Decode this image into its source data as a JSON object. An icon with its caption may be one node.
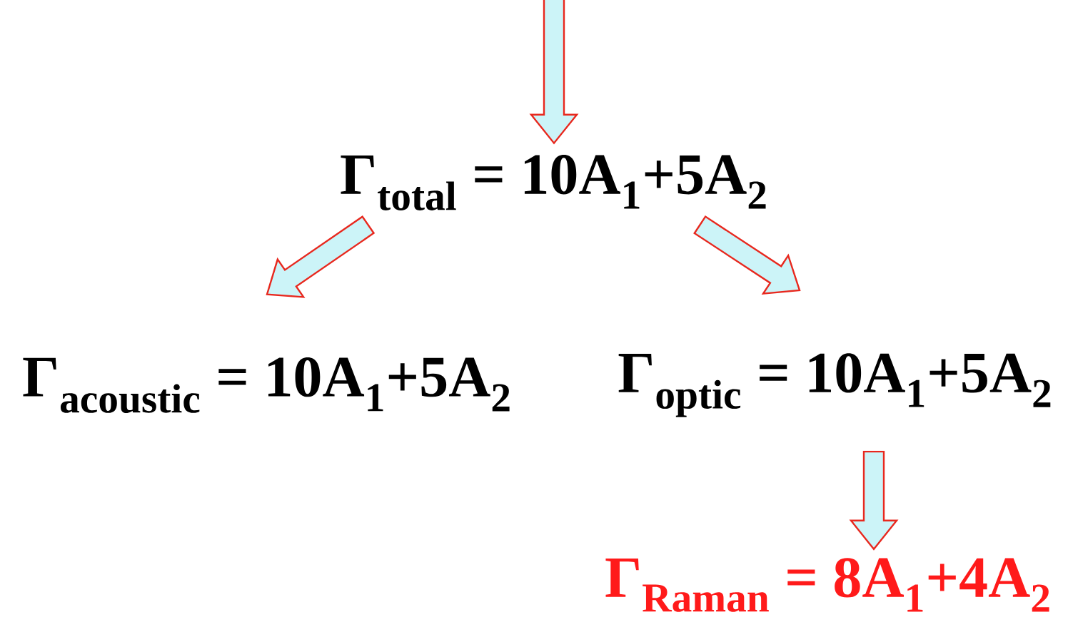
{
  "diagram": {
    "nodes": [
      {
        "text": [
          "Γ$_{total}$ = 10A$_{1}$+5A$_{2}$"
        ]
      },
      {
        "text": [
          "Γ$_{acoustic}$ = 10A$_{1}$+5A$_{2}$"
        ]
      },
      {
        "text": [
          "Γ$_{optic}$ = 10A$_{1}$+5A$_{2}$"
        ]
      },
      {
        "text": [
          "Γ$_{Raman}$ = 8A$_{1}$+4A$_{2}$"
        ]
      }
    ],
    "edges": [
      {
        "from": null,
        "to": 0,
        "arrow": "to"
      },
      {
        "from": 0,
        "to": 1,
        "arrow": "to"
      },
      {
        "from": 0,
        "to": 2,
        "arrow": "to"
      },
      {
        "from": 2,
        "to": 3,
        "arrow": "to"
      }
    ]
  }
}
